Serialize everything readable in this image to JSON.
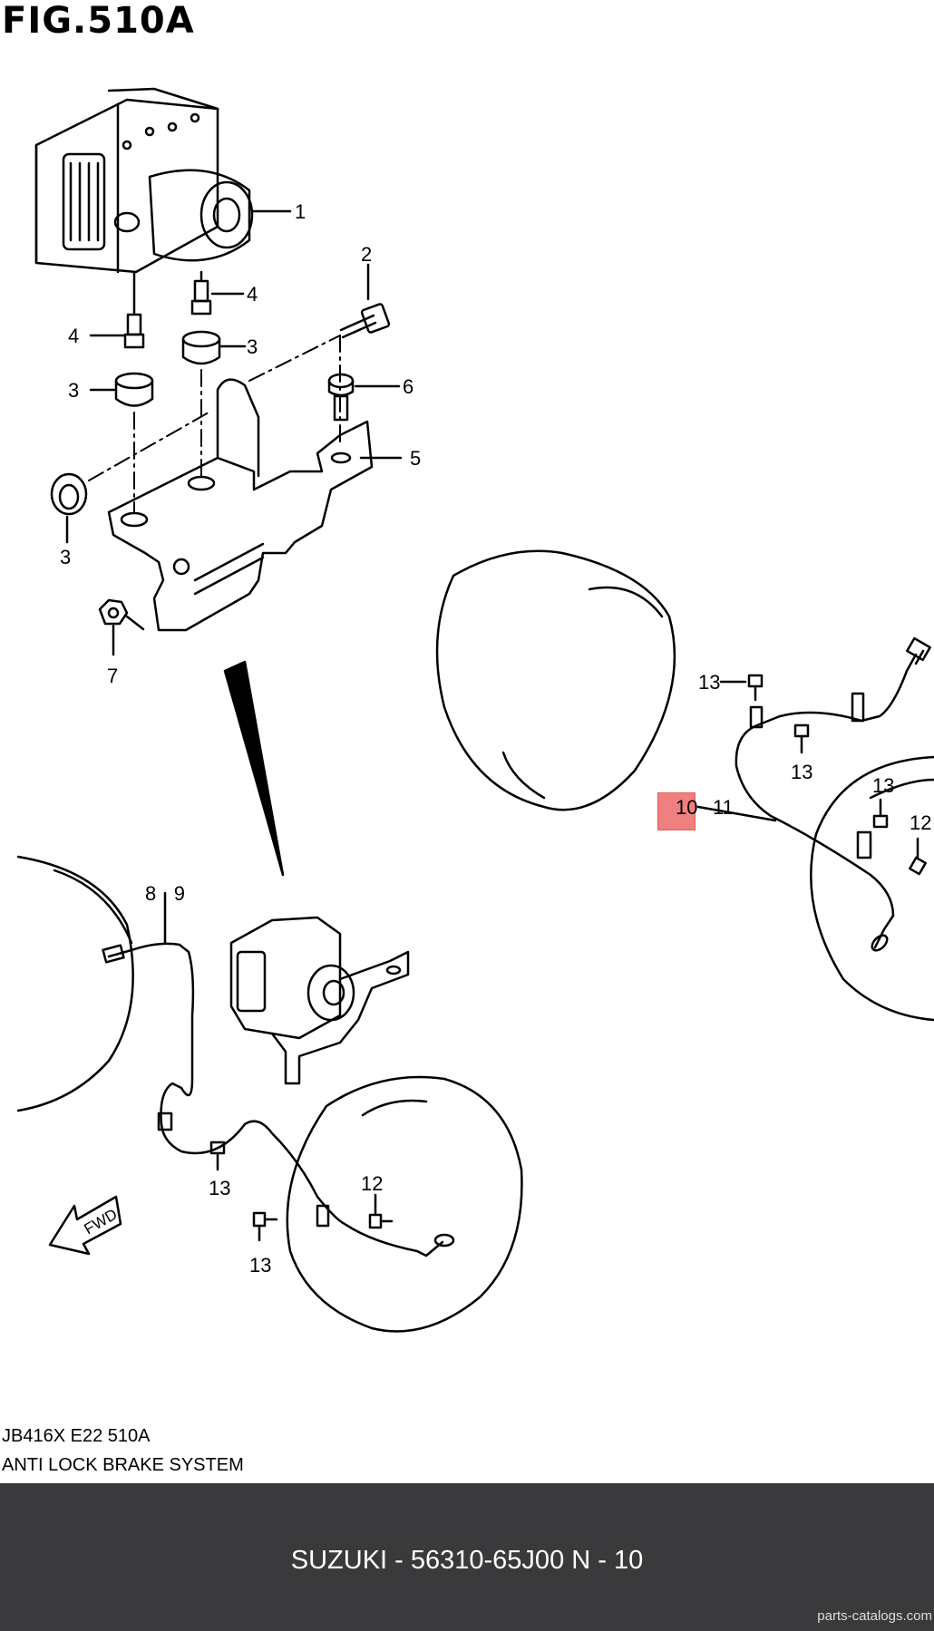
{
  "figure": {
    "title": "FIG.510A",
    "model_code": "JB416X E22 510A",
    "section_name": "ANTI LOCK BRAKE SYSTEM"
  },
  "callouts": {
    "c1": "1",
    "c2": "2",
    "c3a": "3",
    "c3b": "3",
    "c3c": "3",
    "c4a": "4",
    "c4b": "4",
    "c5": "5",
    "c6": "6",
    "c7": "7",
    "c89": "8 · 9",
    "c10": "10",
    "c10_dot": "·",
    "c11": "11",
    "c12a": "12",
    "c12b": "12",
    "c13a": "13",
    "c13b": "13",
    "c13c": "13",
    "c13d": "13",
    "c13e": "13"
  },
  "fwd_label": "FWD",
  "highlighted_part": "10",
  "highlight_color": "#f08080",
  "footer": {
    "text": "SUZUKI - 56310-65J00   N - 10",
    "background": "#3a3a3c"
  },
  "watermark": "parts-catalogs.com"
}
